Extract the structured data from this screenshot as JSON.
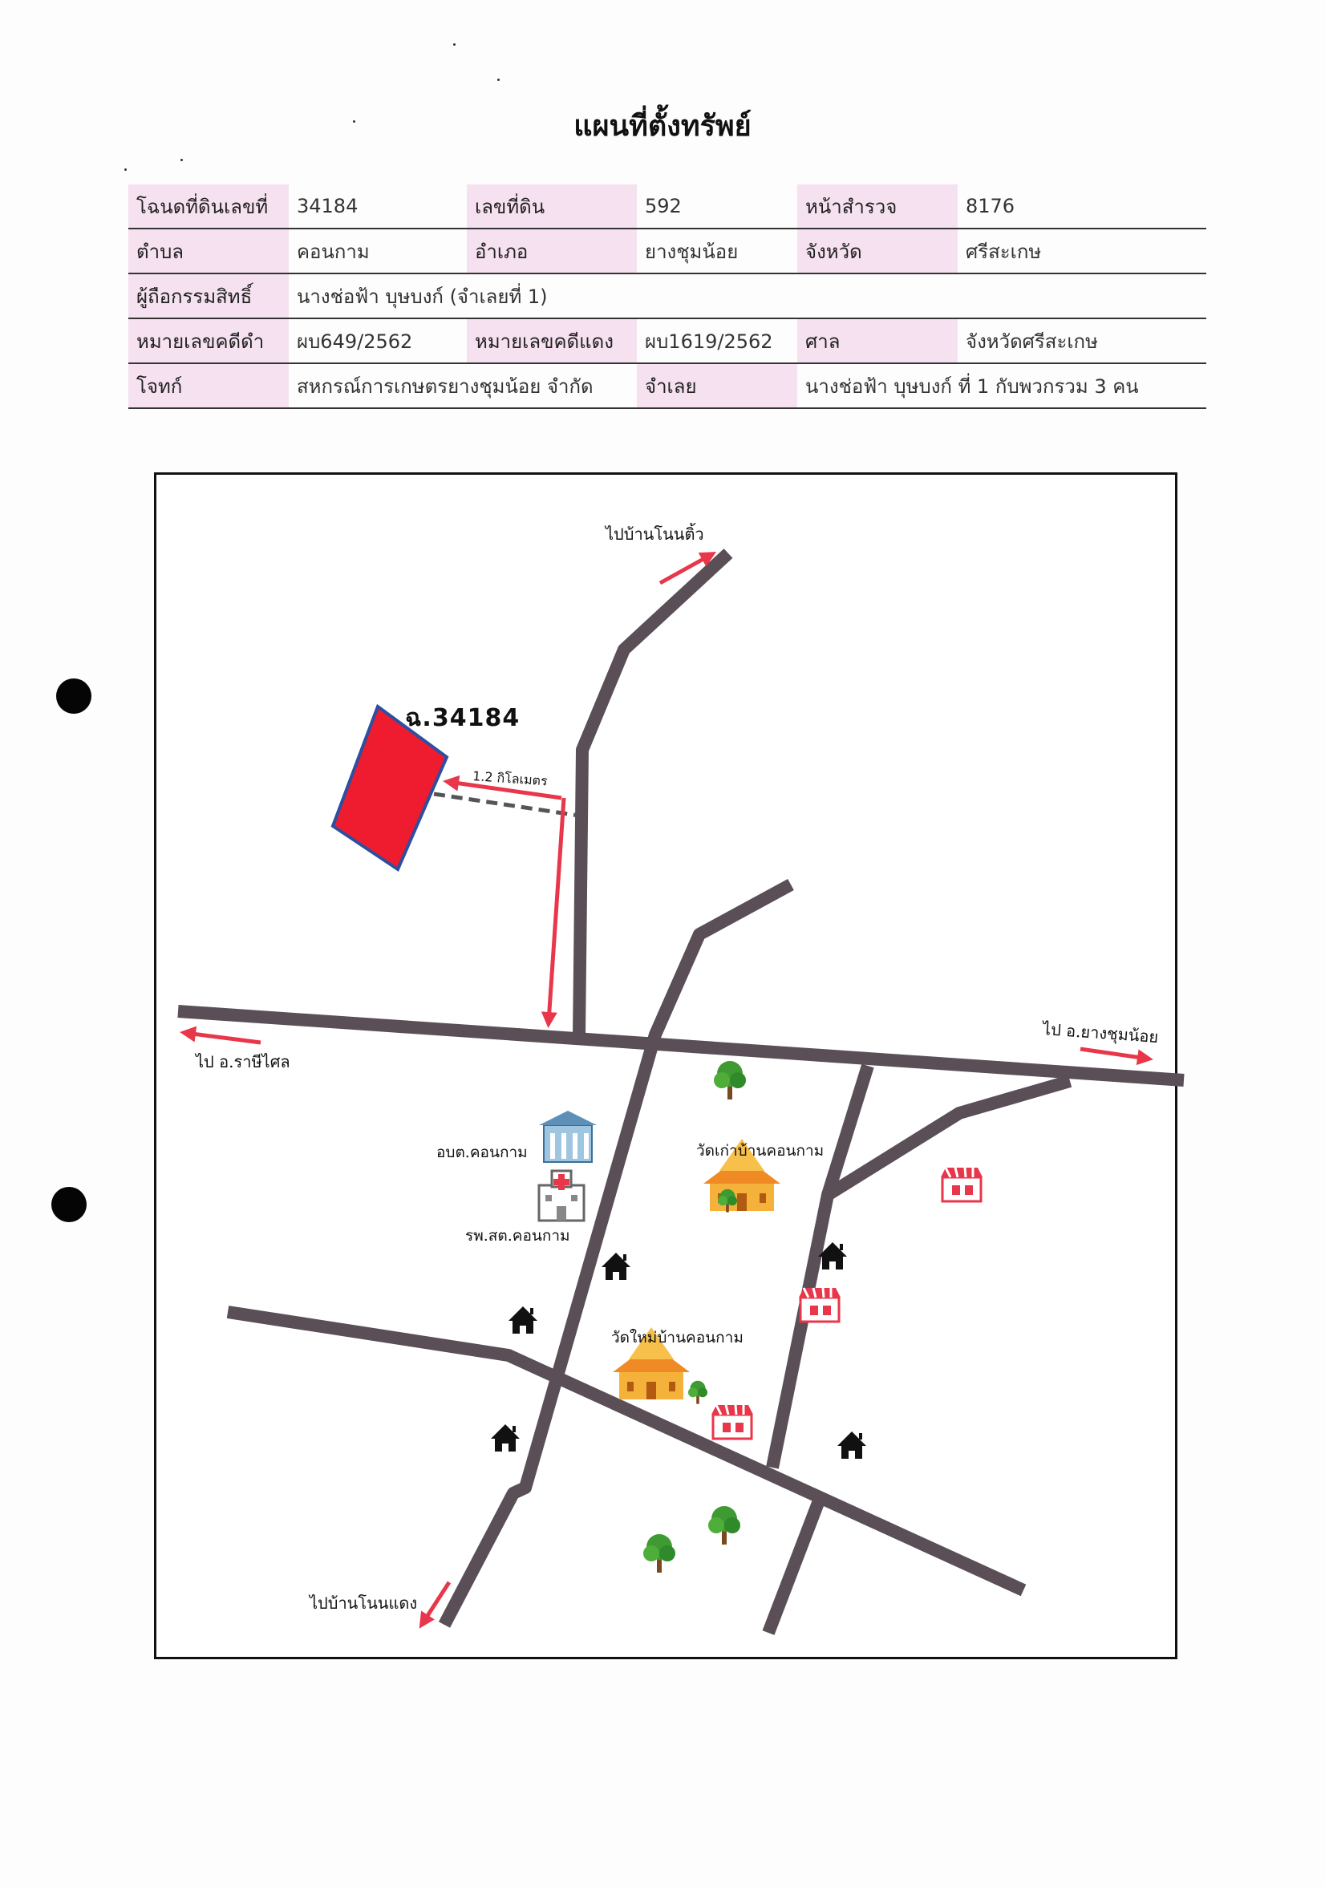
{
  "title": "แผนที่ตั้งทรัพย์",
  "info_table": {
    "rows": [
      [
        {
          "label": "โฉนดที่ดินเลขที่",
          "value": "34184"
        },
        {
          "label": "เลขที่ดิน",
          "value": "592"
        },
        {
          "label": "หน้าสำรวจ",
          "value": "8176"
        }
      ],
      [
        {
          "label": "ตำบล",
          "value": "คอนกาม"
        },
        {
          "label": "อำเภอ",
          "value": "ยางชุมน้อย"
        },
        {
          "label": "จังหวัด",
          "value": "ศรีสะเกษ"
        }
      ],
      [
        {
          "label": "ผู้ถือกรรมสิทธิ์",
          "value": "นางช่อฟ้า บุษบงก์ (จำเลยที่ 1)"
        }
      ],
      [
        {
          "label": "หมายเลขคดีดำ",
          "value": "ผบ649/2562"
        },
        {
          "label": "หมายเลขคดีแดง",
          "value": "ผบ1619/2562"
        },
        {
          "label": "ศาล",
          "value": "จังหวัดศรีสะเกษ"
        }
      ],
      [
        {
          "label": "โจทก์",
          "value": "สหกรณ์การเกษตรยางชุมน้อย จำกัด"
        },
        {
          "label": "จำเลย",
          "value": "นางช่อฟ้า บุษบงก์ ที่ 1 กับพวกรวม 3 คน"
        }
      ]
    ]
  },
  "map": {
    "parcel_label": "ฉ.34184",
    "distance_label": "1.2 กิโลเมตร",
    "destinations": {
      "north": "ไปบ้านโนนติ้ว",
      "west": "ไป อ.ราษีไศล",
      "east": "ไป อ.ยางชุมน้อย",
      "south": "ไปบ้านโนนแดง"
    },
    "places": {
      "sao_office": "อบต.คอนกาม",
      "health_center": "รพ.สต.คอนกาม",
      "old_temple": "วัดเก่าบ้านคอนกาม",
      "new_temple": "วัดใหม่บ้านคอนกาม"
    },
    "icons": [
      "building-icon",
      "hospital-icon",
      "temple-icon",
      "house-icon",
      "shop-icon",
      "tree-icon"
    ],
    "colors": {
      "road": "#5a4f57",
      "parcel": "#ee1c2e",
      "parcel_border": "#2d4fa0",
      "arrow": "#e8364a",
      "label_bg": "#f5e1ef"
    }
  }
}
